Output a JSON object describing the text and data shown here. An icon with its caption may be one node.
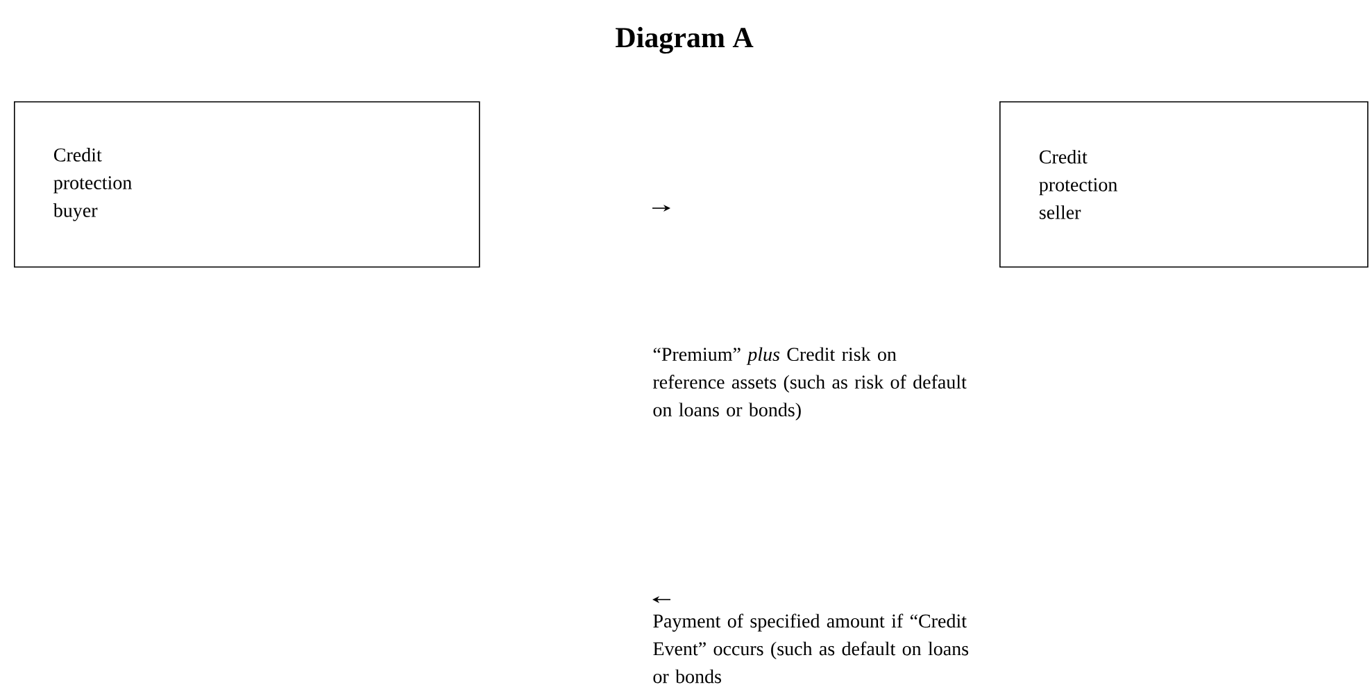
{
  "diagram": {
    "title": "Diagram A",
    "nodes": [
      {
        "text": [
          "Credit protection buyer"
        ]
      },
      {
        "text": [
          "Credit protection seller"
        ]
      }
    ],
    "labels": [
      "“Premium” *plus* Credit risk on reference assets (such as risk of default on loans or bonds)",
      "Payment of specified amount if “Credit Event” occurs (such as default on loans or bonds"
    ]
  }
}
